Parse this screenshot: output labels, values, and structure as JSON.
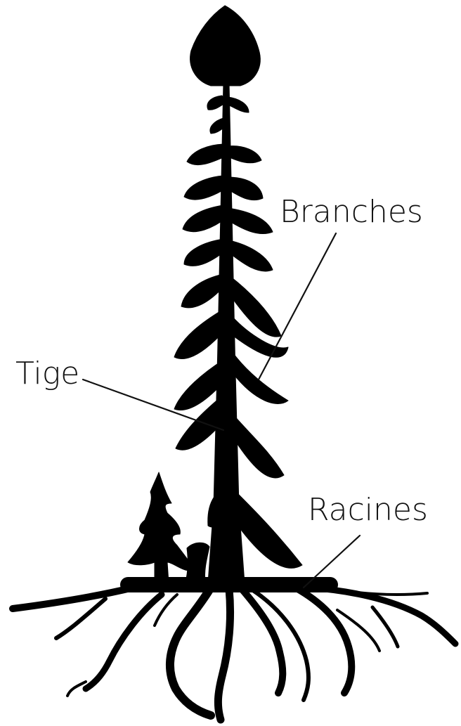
{
  "labels": {
    "branches": "Branches",
    "tige": "Tige",
    "racines": "Racines"
  },
  "colors": {
    "silhouette": "#000000",
    "text": "#111111",
    "background": "#ffffff"
  },
  "icons": {
    "tree": "spruce-tree-silhouette-icon",
    "small_tree": "small-spruce-silhouette-icon",
    "roots": "root-system-icon"
  }
}
